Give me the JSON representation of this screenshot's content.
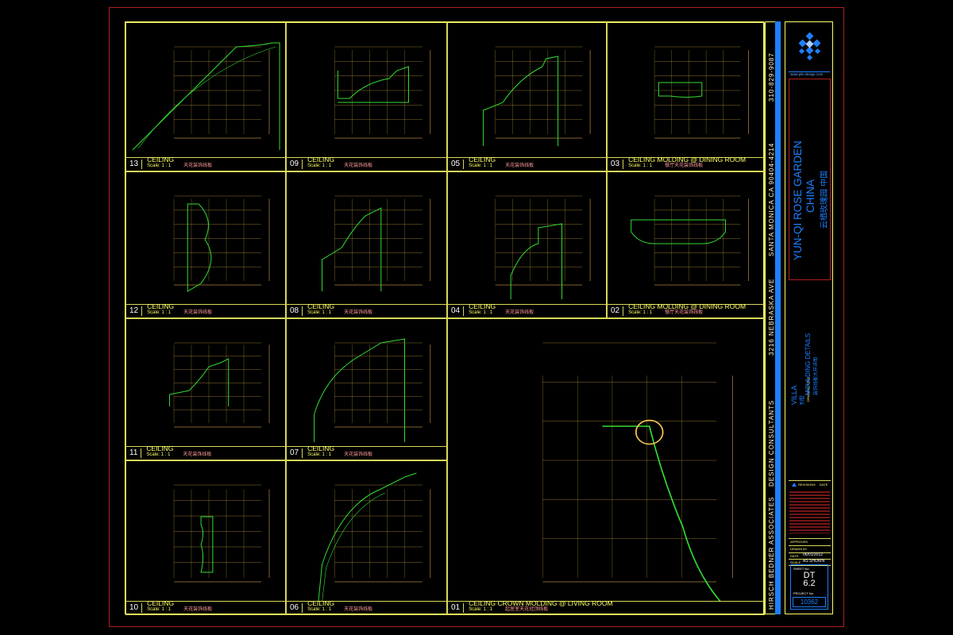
{
  "details": [
    {
      "num": "13",
      "title": "CEILING",
      "scale": "Scale: 1 : 1",
      "cn": "天花装饰线板"
    },
    {
      "num": "09",
      "title": "CEILING",
      "scale": "Scale: 1 : 1",
      "cn": "天花装饰线板"
    },
    {
      "num": "05",
      "title": "CEILING",
      "scale": "Scale: 1 : 1",
      "cn": "天花装饰线板"
    },
    {
      "num": "03",
      "title": "CEILING  MOLDING @ DINING ROOM",
      "scale": "Scale: 1 : 1",
      "cn": "餐厅天花装饰线板"
    },
    {
      "num": "12",
      "title": "CEILING",
      "scale": "Scale: 1 : 1",
      "cn": "天花装饰线板"
    },
    {
      "num": "08",
      "title": "CEILING",
      "scale": "Scale: 1 : 1",
      "cn": "天花装饰线板"
    },
    {
      "num": "04",
      "title": "CEILING",
      "scale": "Scale: 1 : 1",
      "cn": "天花装饰线板"
    },
    {
      "num": "02",
      "title": "CEILING  MOLDING @ DINING ROOM",
      "scale": "Scale: 1 : 1",
      "cn": "餐厅天花装饰线板"
    },
    {
      "num": "11",
      "title": "CEILING",
      "scale": "Scale: 1 : 1",
      "cn": "天花装饰线板"
    },
    {
      "num": "07",
      "title": "CEILING",
      "scale": "Scale: 1 : 1",
      "cn": "天花装饰线板"
    },
    {
      "num": "10",
      "title": "CEILING",
      "scale": "Scale: 1 : 1",
      "cn": "天花装饰线板"
    },
    {
      "num": "06",
      "title": "CEILING",
      "scale": "Scale: 1 : 1",
      "cn": "天花装饰线板"
    },
    {
      "num": "01",
      "title": "CEILING CROWN  MOLDING @ LIVING ROOM",
      "scale": "Scale: 1 : 1",
      "cn": "起居室天花冠顶线板"
    }
  ],
  "consultant": {
    "name": "HIRSCH BEDNER ASSOCIATES",
    "type": "DESIGN CONSULTANTS",
    "address": "3216 NEBRASKA AVE",
    "city": "SANTA MONICA CA 90404-4214",
    "phone": "310-829-9087"
  },
  "title_block": {
    "website": "www.ptk-design.com",
    "project_en_1": "YUN-QI ROSE GARDEN",
    "project_en_2": "CHINA",
    "project_cn": "云栖玫瑰园  中国",
    "villa": "VILLA",
    "villa_cn": "别墅",
    "drawing_title_label": "DRAWING TITLE",
    "drawing_title": "MOULDING DETAILS",
    "drawing_title_cn": "装饰线板大样详图",
    "revisions": "REVISIONS",
    "date_label": "DATE",
    "approved": "APPROVED",
    "drawn_by": "DRAWN BY",
    "date_row_label": "DATE",
    "date_value": "06/01/2012",
    "scale_label": "SCALE",
    "scale_value": "AS SHOWN",
    "sheet_no_label": "SHEET No.",
    "sheet_no": "DT",
    "sheet_sub": "6.2",
    "project_no_label": "PROJECT No.",
    "project_no": "10362"
  },
  "colors": {
    "profile": "#33dd33",
    "dimension": "#ffcc55",
    "frame": "#ffff66",
    "blue": "#1e7fff",
    "red": "#ff3030"
  }
}
